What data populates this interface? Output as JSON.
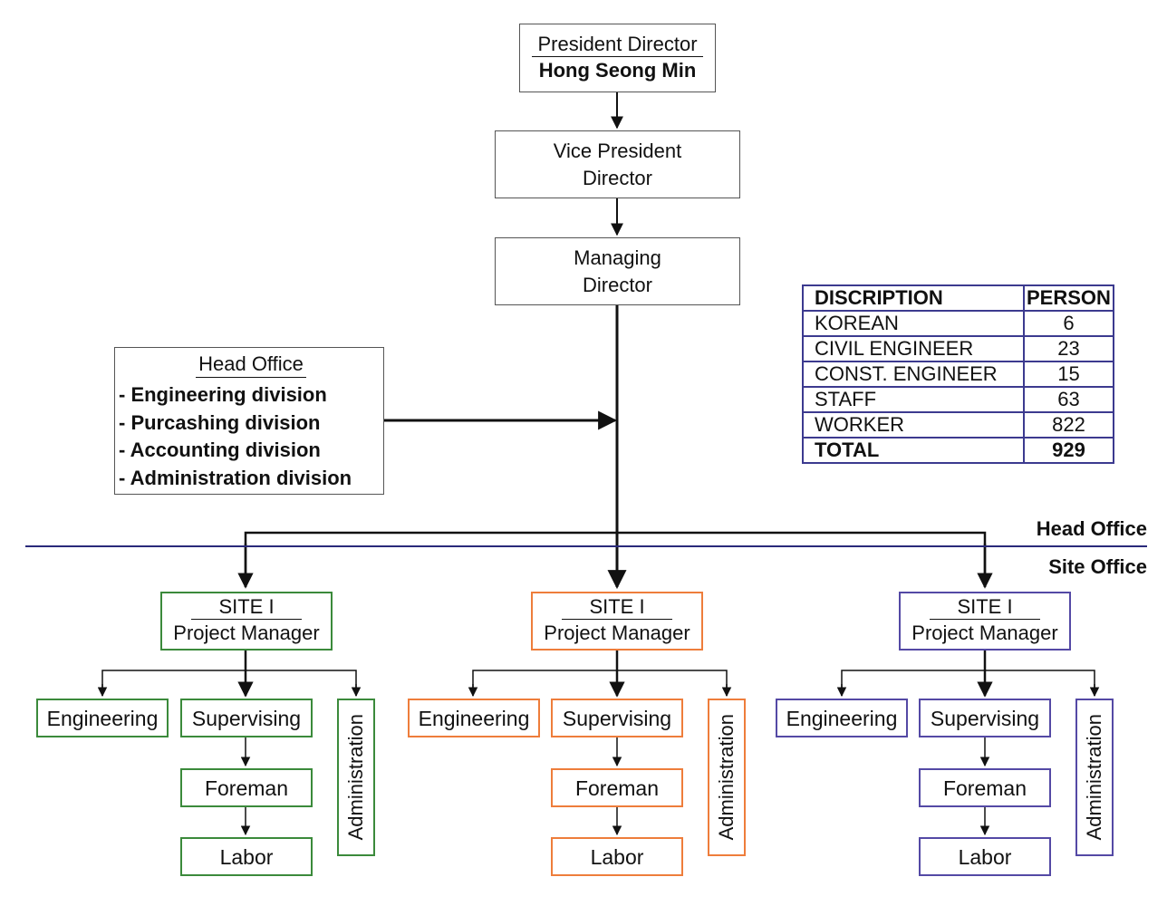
{
  "president": {
    "title": "President Director",
    "name": "Hong Seong Min"
  },
  "vice_president": {
    "line1": "Vice President",
    "line2": "Director"
  },
  "managing": {
    "line1": "Managing",
    "line2": "Director"
  },
  "head_office_box": {
    "title": "Head Office",
    "items": [
      "- Engineering division",
      "- Purcashing division",
      "- Accounting division",
      "- Administration division"
    ]
  },
  "divider": {
    "above": "Head Office",
    "below": "Site Office"
  },
  "sites": [
    {
      "color": "#3b8a3b",
      "title": "SITE I",
      "role": "Project Manager",
      "engineering": "Engineering",
      "supervising": "Supervising",
      "foreman": "Foreman",
      "labor": "Labor",
      "administration": "Administration"
    },
    {
      "color": "#ee7d3b",
      "title": "SITE I",
      "role": "Project Manager",
      "engineering": "Engineering",
      "supervising": "Supervising",
      "foreman": "Foreman",
      "labor": "Labor",
      "administration": "Administration"
    },
    {
      "color": "#5449a5",
      "title": "SITE I",
      "role": "Project Manager",
      "engineering": "Engineering",
      "supervising": "Supervising",
      "foreman": "Foreman",
      "labor": "Labor",
      "administration": "Administration"
    }
  ],
  "table": {
    "headers": [
      "DISCRIPTION",
      "PERSON"
    ],
    "rows": [
      {
        "desc": "KOREAN",
        "count": "6"
      },
      {
        "desc": "CIVIL ENGINEER",
        "count": "23"
      },
      {
        "desc": "CONST. ENGINEER",
        "count": "15"
      },
      {
        "desc": "STAFF",
        "count": "63"
      },
      {
        "desc": "WORKER",
        "count": "822"
      }
    ],
    "total": {
      "desc": "TOTAL",
      "count": "929"
    }
  },
  "colors": {
    "divider": "#2a2a7a",
    "border_table": "#3c3a8f"
  }
}
